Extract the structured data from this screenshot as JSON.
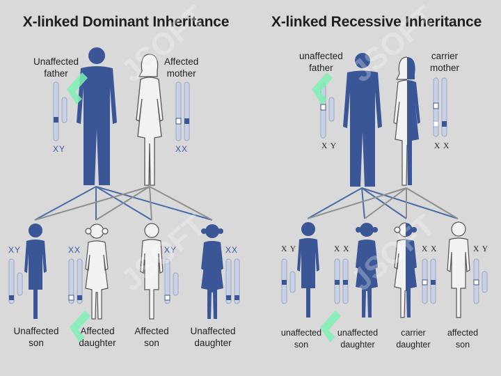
{
  "left": {
    "title": "X-linked Dominant Inheritance",
    "parents": {
      "father": {
        "label_1": "Unaffected",
        "label_2": "father",
        "chromosomes": "XY"
      },
      "mother": {
        "label_1": "Affected",
        "label_2": "mother",
        "chromosomes": "XX"
      }
    },
    "children": [
      {
        "label_1": "Unaffected",
        "label_2": "son",
        "chromosomes": "XY"
      },
      {
        "label_1": "Affected",
        "label_2": "daughter",
        "chromosomes": "XX"
      },
      {
        "label_1": "Affected",
        "label_2": "son",
        "chromosomes": "XY"
      },
      {
        "label_1": "Unaffected",
        "label_2": "daughter",
        "chromosomes": "XX"
      }
    ]
  },
  "right": {
    "title": "X-linked Recessive Inheritance",
    "parents": {
      "father": {
        "label_1": "unaffected",
        "label_2": "father",
        "chromosomes": "X Y"
      },
      "mother": {
        "label_1": "carrier",
        "label_2": "mother",
        "chromosomes": "X X"
      }
    },
    "children": [
      {
        "label_1": "unaffected",
        "label_2": "son",
        "chromosomes": "X Y"
      },
      {
        "label_1": "unaffected",
        "label_2": "daughter",
        "chromosomes": "X X"
      },
      {
        "label_1": "carrier",
        "label_2": "daughter",
        "chromosomes": "X X"
      },
      {
        "label_1": "affected",
        "label_2": "son",
        "chromosomes": "X Y"
      }
    ]
  },
  "colors": {
    "background": "#d9d9d9",
    "affected_fill": "#3b5696",
    "unaffected_fill": "#f2f2f2",
    "outline": "#555555",
    "line": "#4a6aa8",
    "watermark": "#7ef0b4"
  },
  "watermark": {
    "text": "JSOFT"
  }
}
